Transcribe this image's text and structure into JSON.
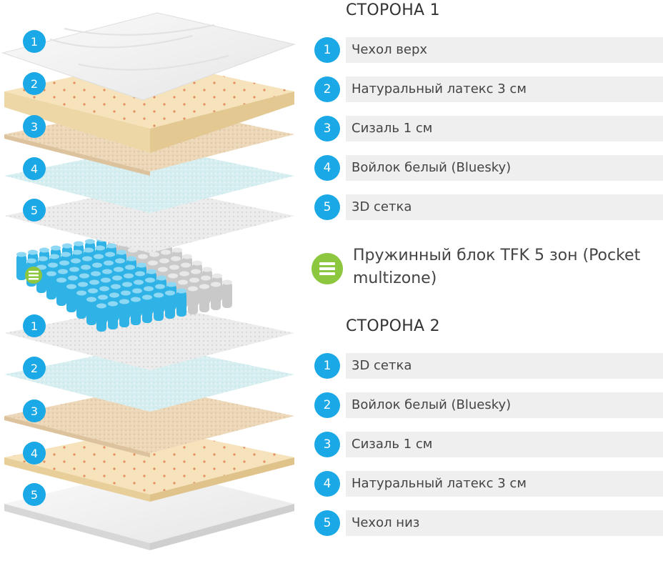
{
  "side1": {
    "title": "СТОРОНА 1",
    "items": [
      {
        "num": "1",
        "label": "Чехол верх"
      },
      {
        "num": "2",
        "label": "Натуральный латекс 3 см"
      },
      {
        "num": "3",
        "label": "Сизаль 1 см"
      },
      {
        "num": "4",
        "label": "Войлок белый (Bluesky)"
      },
      {
        "num": "5",
        "label": "3D сетка"
      }
    ]
  },
  "spring_block": {
    "icon": "spring-block-icon",
    "label": "Пружинный блок TFK 5 зон (Pocket multizone)"
  },
  "side2": {
    "title": "СТОРОНА 2",
    "items": [
      {
        "num": "1",
        "label": "3D сетка"
      },
      {
        "num": "2",
        "label": "Войлок белый (Bluesky)"
      },
      {
        "num": "3",
        "label": "Сизаль 1 см"
      },
      {
        "num": "4",
        "label": "Натуральный латекс 3 см"
      },
      {
        "num": "5",
        "label": "Чехол низ"
      }
    ]
  },
  "colors": {
    "badge": "#1aa8e6",
    "spring_icon": "#8dc63f",
    "row_bg": "#efefef"
  }
}
